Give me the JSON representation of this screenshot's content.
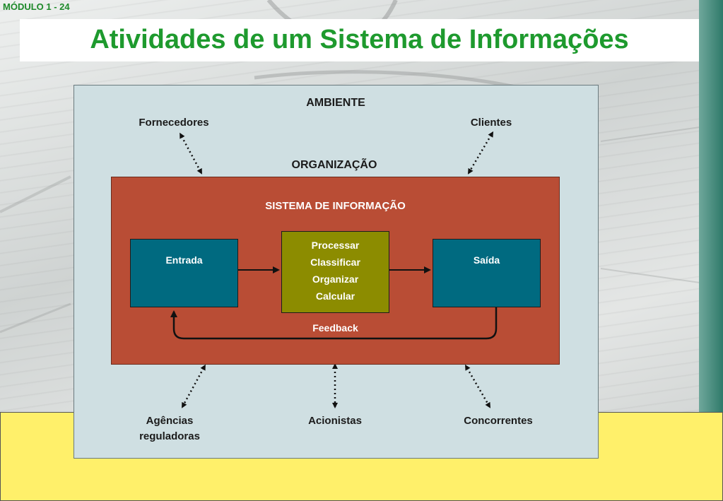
{
  "header": {
    "module_label": "MÓDULO 1 - 24",
    "title": "Atividades de um Sistema de Informações"
  },
  "diagram": {
    "environment_label": "AMBIENTE",
    "organization_label": "ORGANIZAÇÃO",
    "system_label": "SISTEMA DE INFORMAÇÃO",
    "actors": {
      "suppliers": "Fornecedores",
      "customers": "Clientes",
      "regulators_line1": "Agências",
      "regulators_line2": "reguladoras",
      "shareholders": "Acionistas",
      "competitors": "Concorrentes"
    },
    "input_label": "Entrada",
    "output_label": "Saída",
    "processing_lines": [
      "Processar",
      "Classificar",
      "Organizar",
      "Calcular"
    ],
    "feedback_label": "Feedback"
  },
  "colors": {
    "title_green": "#1e9a2e",
    "organization_red": "#b94d35",
    "input_output_teal": "#006a80",
    "processing_olive": "#8c8c00",
    "panel_bg": "#cfdfe2",
    "bottom_yellow": "#fff06a"
  }
}
